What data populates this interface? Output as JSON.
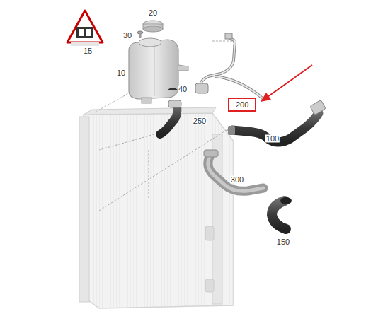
{
  "diagram": {
    "nodes": [
      {
        "text": [
          "200"
        ]
      }
    ],
    "labels": [
      "20",
      "30",
      "10",
      "40",
      "15",
      "250",
      "100",
      "300",
      "150"
    ]
  }
}
